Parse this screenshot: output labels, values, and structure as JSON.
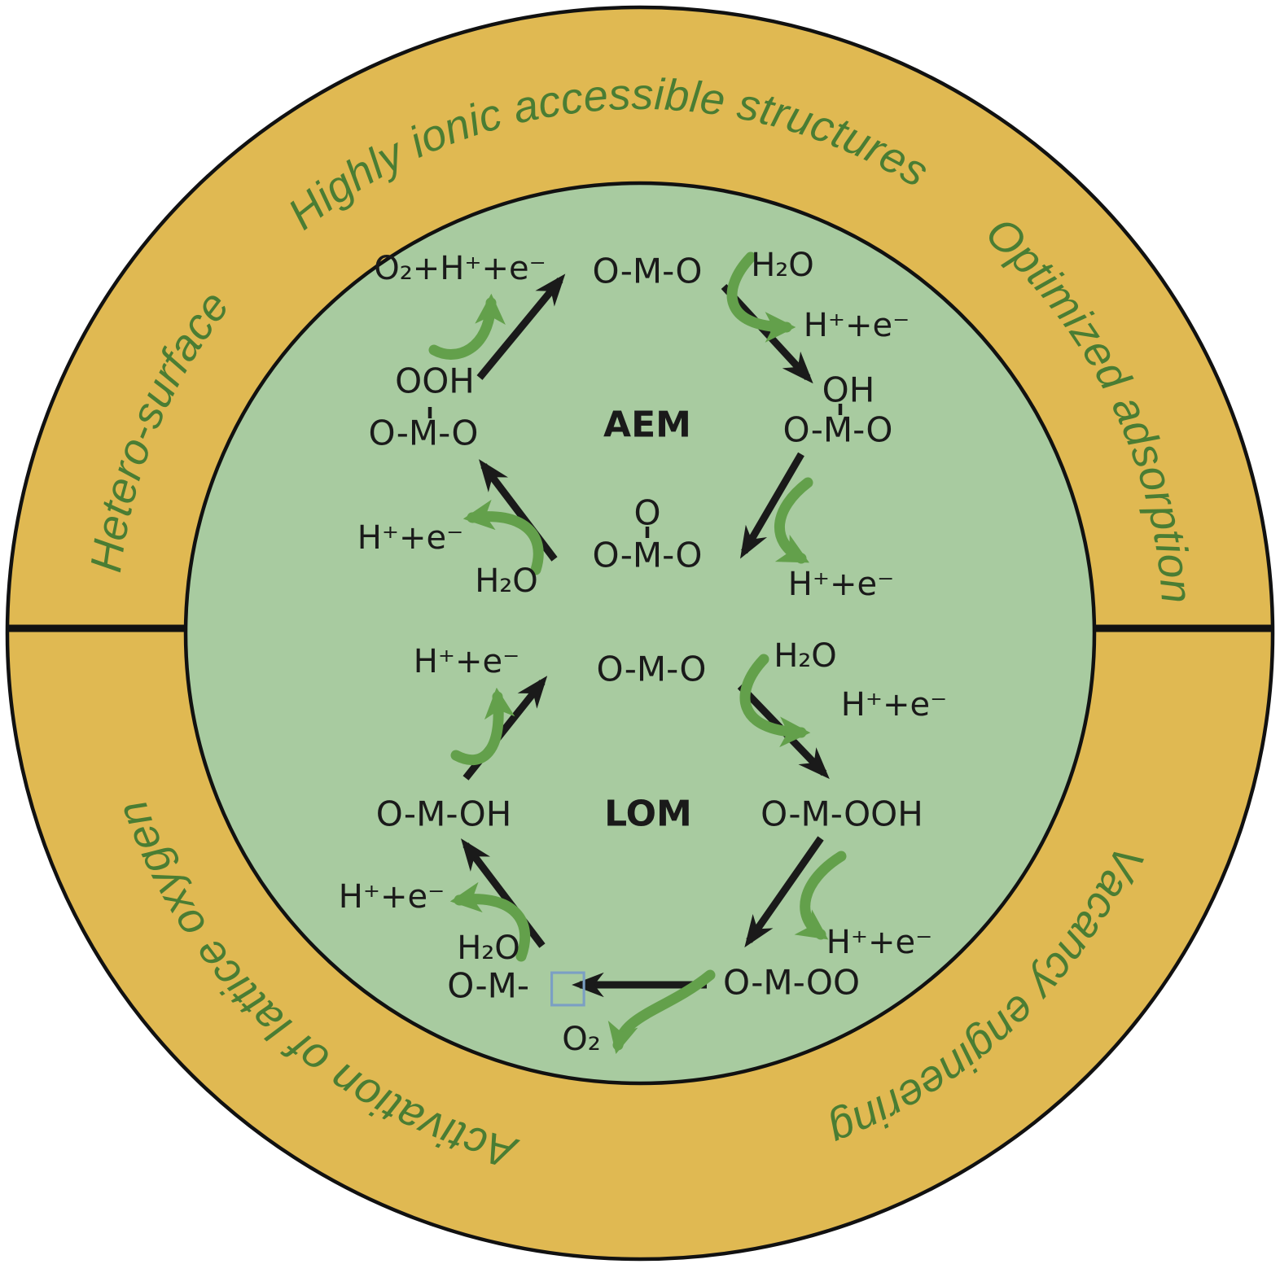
{
  "colors": {
    "ring_fill": "#E0B952",
    "inner_fill": "#A8CBA0",
    "ring_text": "#4A7D33",
    "arrow_green": "#63A04B",
    "text_black": "#1A1A1A",
    "vacancy_blue": "#7B9FC4",
    "outline_black": "#111111"
  },
  "ring_labels": {
    "top": "Highly ionic accessible structures",
    "upper_left": "Hetero-surface",
    "upper_right": "Optimized adsorption",
    "lower_left": "Activation of lattice oxygen",
    "lower_right": "Vacancy engineering"
  },
  "aem": {
    "title": "AEM",
    "top_species": "O-M-O",
    "right_species": {
      "adsorbate": "OH",
      "base": "O-M-O"
    },
    "bottom_species": {
      "adsorbate": "O",
      "base": "O-M-O"
    },
    "left_species": {
      "adsorbate": "OOH",
      "base": "O-M-O"
    },
    "in_h2o_right": "H₂O",
    "out_h_right": "H⁺+e⁻",
    "out_h_bottom_right": "H⁺+e⁻",
    "in_h2o_left": "H₂O",
    "out_h_left": "H⁺+e⁻",
    "release": "O₂+H⁺+e⁻"
  },
  "lom": {
    "title": "LOM",
    "top_species": "O-M-O",
    "right_species": "O-M-OOH",
    "bottom_right_species": "O-M-OO",
    "vacancy_prefix": "O-M-",
    "vacancy_symbol": "□",
    "left_species": "O-M-OH",
    "out_h_top_left": "H⁺+e⁻",
    "in_h2o_right": "H₂O",
    "out_h_right": "H⁺+e⁻",
    "out_h_bottom_right": "H⁺+e⁻",
    "release_o2": "O₂",
    "in_h2o_left": "H₂O",
    "out_h_left": "H⁺+e⁻"
  }
}
